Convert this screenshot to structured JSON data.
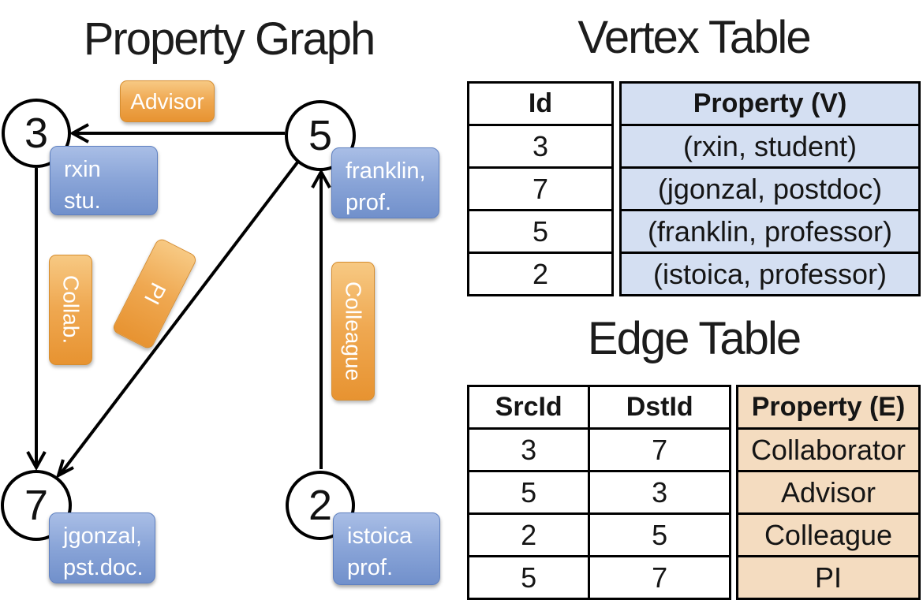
{
  "graph": {
    "title": "Property Graph",
    "nodes": [
      {
        "id": "3",
        "line1": "rxin",
        "line2": "stu."
      },
      {
        "id": "5",
        "line1": "franklin,",
        "line2": "prof."
      },
      {
        "id": "7",
        "line1": "jgonzal,",
        "line2": "pst.doc."
      },
      {
        "id": "2",
        "line1": "istoica",
        "line2": "prof."
      }
    ],
    "edge_labels": {
      "advisor": "Advisor",
      "collab": "Collab.",
      "pi": "PI",
      "colleague": "Colleague"
    }
  },
  "vertex_table": {
    "title": "Vertex Table",
    "columns": {
      "id": "Id",
      "property": "Property (V)"
    },
    "rows": [
      {
        "id": "3",
        "property": "(rxin, student)"
      },
      {
        "id": "7",
        "property": "(jgonzal, postdoc)"
      },
      {
        "id": "5",
        "property": "(franklin, professor)"
      },
      {
        "id": "2",
        "property": "(istoica, professor)"
      }
    ]
  },
  "edge_table": {
    "title": "Edge Table",
    "columns": {
      "src": "SrcId",
      "dst": "DstId",
      "property": "Property (E)"
    },
    "rows": [
      {
        "src": "3",
        "dst": "7",
        "property": "Collaborator"
      },
      {
        "src": "5",
        "dst": "3",
        "property": "Advisor"
      },
      {
        "src": "2",
        "dst": "5",
        "property": "Colleague"
      },
      {
        "src": "5",
        "dst": "7",
        "property": "PI"
      }
    ]
  },
  "colors": {
    "edge_label_orange_top": "#F7C983",
    "edge_label_orange_bottom": "#E79331",
    "vertex_box_blue_top": "#A9BEE6",
    "vertex_box_blue_bottom": "#7190CB",
    "vertex_table_fill": "#D4DFF2",
    "edge_table_fill": "#F4DCC0",
    "line_color": "#000000",
    "text_on_boxes": "#FFFFFF"
  }
}
